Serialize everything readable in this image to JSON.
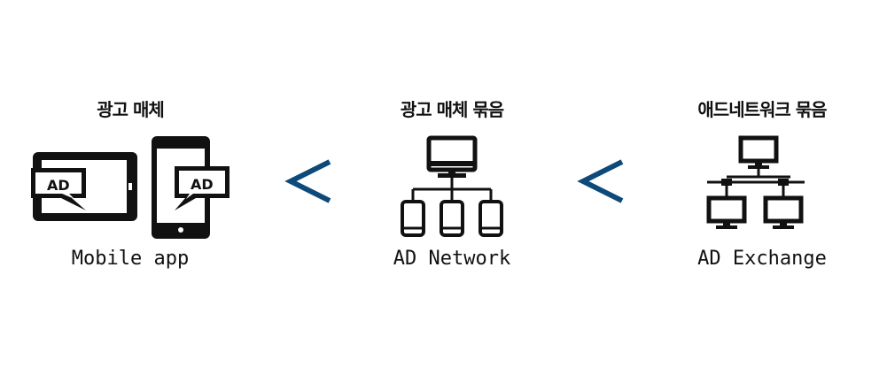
{
  "media": {
    "title": "광고 매체",
    "label": "Mobile app",
    "ad_text_tablet": "AD",
    "ad_text_phone": "AD"
  },
  "network": {
    "title": "광고 매체 묶음",
    "label": "AD Network"
  },
  "exchange": {
    "title": "애드네트워크 묶음",
    "label": "AD Exchange"
  },
  "colors": {
    "arrow": "#0d4a7a",
    "ink": "#111111"
  },
  "icons": [
    "tablet-icon",
    "smartphone-icon",
    "ad-speech-bubble-icon",
    "network-tree-icon",
    "exchange-network-icon",
    "less-than-arrow-icon"
  ]
}
